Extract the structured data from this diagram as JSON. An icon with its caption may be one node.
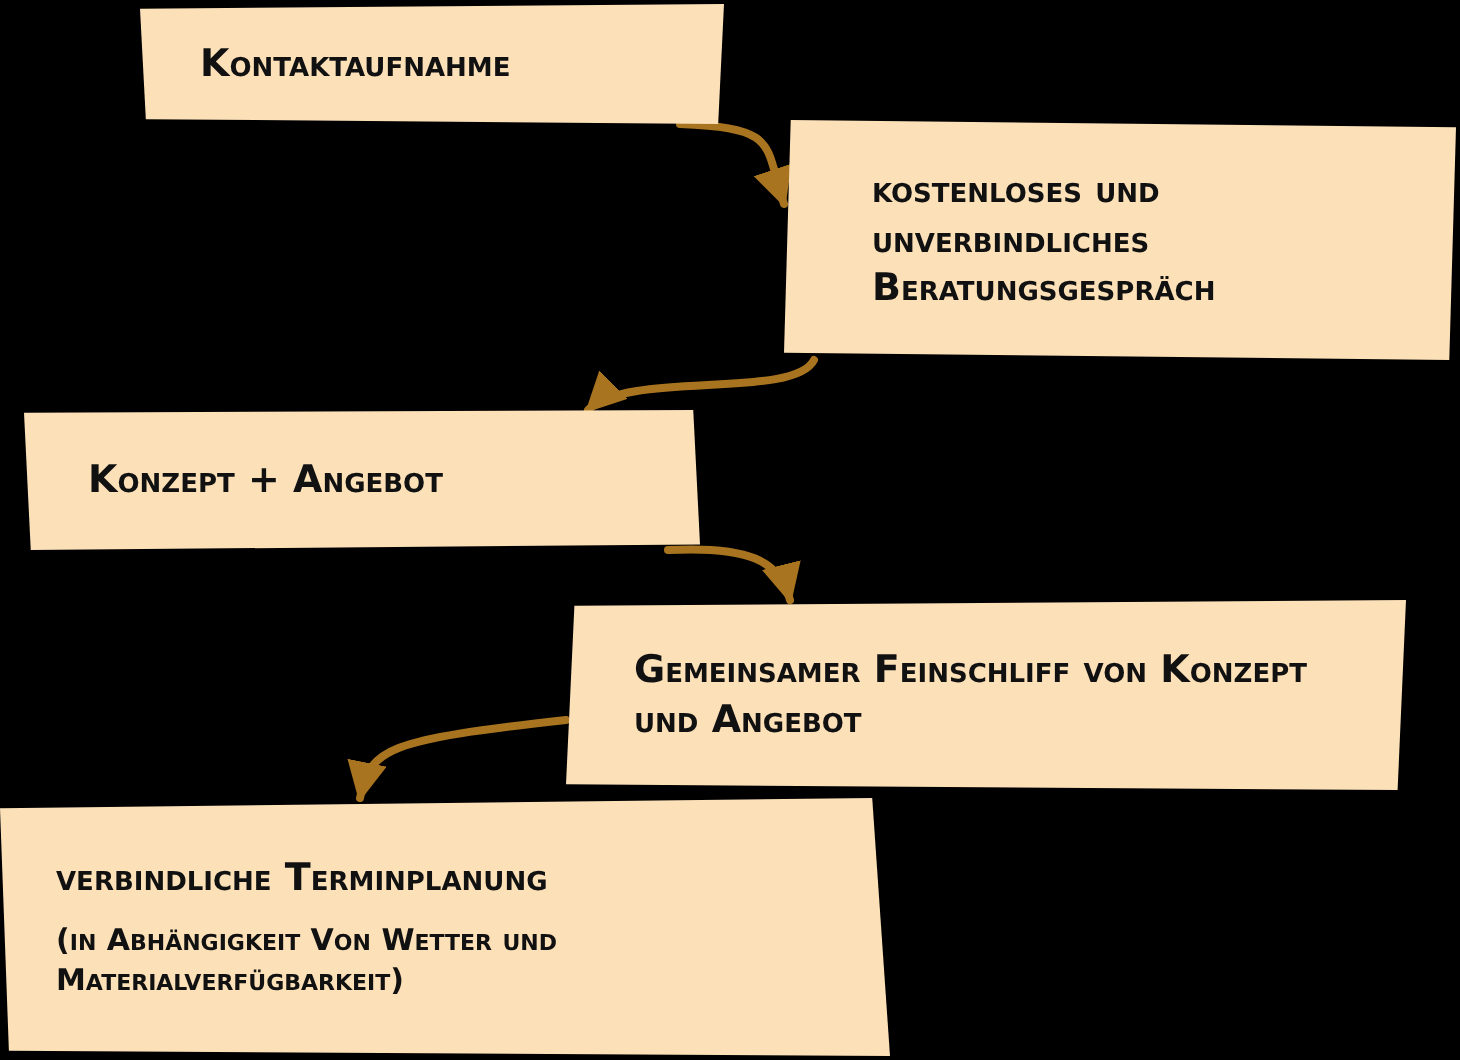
{
  "diagram": {
    "nodes": [
      {
        "text": [
          "Kontaktaufnahme"
        ]
      },
      {
        "text": [
          "kostenloses und unverbindliches Beratungsgespräch"
        ]
      },
      {
        "text": [
          "Konzept + Angebot"
        ]
      },
      {
        "text": [
          "Gemeinsamer Feinschliff von Konzept und Angebot"
        ]
      },
      {
        "text": [
          "verbindliche Terminplanung",
          "(in Abhängigkeit Von Wetter und Materialverfügbarkeit)"
        ]
      }
    ],
    "edges": [
      {
        "from": 0,
        "to": 1,
        "arrow": "to"
      },
      {
        "from": 1,
        "to": 2,
        "arrow": "to"
      },
      {
        "from": 2,
        "to": 3,
        "arrow": "to"
      },
      {
        "from": 3,
        "to": 4,
        "arrow": "to"
      }
    ]
  }
}
